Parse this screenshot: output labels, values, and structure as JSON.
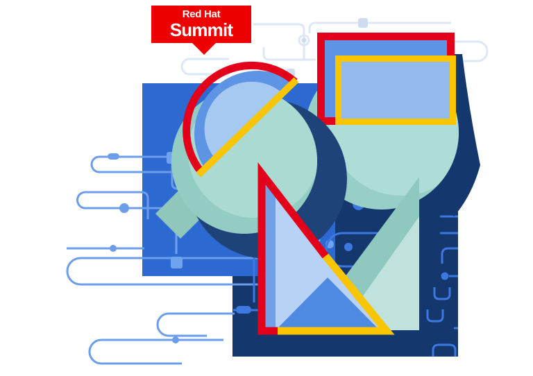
{
  "illustration": {
    "title": "Red Hat Summit abstract geometric artwork",
    "elements": [
      "circuit-trace pattern faint (top white area)",
      "circuit-trace loops medium blue (left white area)",
      "circuit-trace pattern bright (on navy square)",
      "medium blue square",
      "large navy square",
      "red outlined square with blue fill",
      "yellow outlined rectangle with light blue fill",
      "teal circle behind rectangles",
      "navy crescent flare",
      "circle composition with red arc, yellow diagonal stripe, blue half-disc, teal ball",
      "red and yellow outlined right triangle with blue fills",
      "teal right triangle with dark hypotenuse band",
      "Red Hat Summit badge with pointer tail"
    ]
  },
  "badge": {
    "line1": "Red Hat",
    "line2": "Summit"
  },
  "palette": {
    "badge_red": "#ee0000",
    "shape_red": "#e3001b",
    "yellow": "#f8c500",
    "blue_square": "#2c69d1",
    "navy": "#14386d",
    "navy_circle": "#1d4379",
    "blue_medium": "#5d94e4",
    "blue_light": "#a6c9f2",
    "blue_rect_fill": "#92bbec",
    "blue_lighter": "#b7d2f4",
    "blue_inner": "#4e8ae1",
    "blue_strip": "#6fa0e8",
    "teal_light": "#abdad2",
    "teal_dark": "#93ccc2",
    "teal_band": "#8fc7bc",
    "teal_tri_light": "#bfe2dc",
    "teal_tri_dark": "#8fc8be",
    "top_ball_light": "#aedcd6",
    "top_ball_dark": "#97cfc7",
    "trace_faint": "#dde7f5",
    "trace_faint_fill": "#cfdcf0",
    "trace_medium": "#6b9dea",
    "trace_blue": "#6fa3f0",
    "trace_navy": "#3c78df",
    "background": "#ffffff"
  }
}
